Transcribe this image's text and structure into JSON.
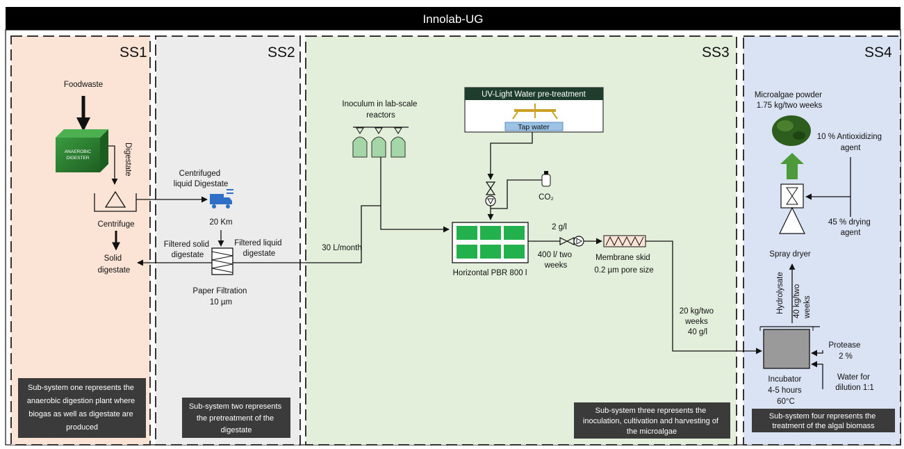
{
  "header": {
    "title": "Innolab-UG"
  },
  "subsystems": {
    "ss1": {
      "title": "SS1",
      "description": [
        "Sub-system one represents the",
        "anaerobic digestion plant where",
        "biogas as well as digestate are",
        "produced"
      ]
    },
    "ss2": {
      "title": "SS2",
      "description": [
        "Sub-system two represents",
        "the pretreatment of the",
        "digestate"
      ]
    },
    "ss3": {
      "title": "SS3",
      "description": [
        "Sub-system three represents the",
        "inoculation, cultivation and harvesting of",
        "the microalgae"
      ]
    },
    "ss4": {
      "title": "SS4",
      "description": [
        "Sub-system four represents the",
        "treatment of the algal biomass"
      ]
    }
  },
  "colors": {
    "ss1": "#fbe3d6",
    "ss2": "#ececec",
    "ss3": "#e3eedb",
    "ss4": "#dae3f3",
    "header": "#000000",
    "digester": "#2e7d32",
    "pbr": "#22b14c",
    "desc_box": "#3b3b3b",
    "truck": "#2f6fc7"
  },
  "labels": {
    "foodwaste": "Foodwaste",
    "digester": [
      "ANAEROBIC",
      "DIGESTER"
    ],
    "digestate": "Digestate",
    "centrifuge": "Centrifuge",
    "solid_digestate": [
      "Solid",
      "digestate"
    ],
    "centrifuged_liquid": [
      "Centrifuged",
      "liquid Digestate"
    ],
    "distance": "20 Km",
    "filtered_solid": [
      "Filtered solid",
      "digestate"
    ],
    "filtered_liquid": [
      "Filtered liquid",
      "digestate"
    ],
    "paper_filtration": [
      "Paper Filtration",
      "10 µm"
    ],
    "flow_30": "30 L/month",
    "inoculum": [
      "Inoculum in lab-scale",
      "reactors"
    ],
    "uv_title": "UV-Light Water pre-treatment",
    "tap_water": "Tap water",
    "co2": "CO₂",
    "pbr": "Horizontal PBR 800 l",
    "conc_2gl": "2 g/l",
    "flow_400": [
      "400 l/ two",
      "weeks"
    ],
    "membrane": [
      "Membrane skid",
      "0.2 µm pore size"
    ],
    "flow_20kg": [
      "20 kg/two",
      "weeks",
      "40 g/l"
    ],
    "microalgae_powder": [
      "Microalgae powder",
      "1.75 kg/two weeks"
    ],
    "antioxidizing": [
      "10 % Antioxidizing",
      "agent"
    ],
    "drying_agent": [
      "45 % drying",
      "agent"
    ],
    "spray_dryer": "Spray dryer",
    "hydrolysate": "Hydrolysate",
    "flow_40kg": [
      "40 kg/two",
      "weeks"
    ],
    "protease": [
      "Protease",
      "2 %"
    ],
    "water_dilution": [
      "Water for",
      "dilution 1:1"
    ],
    "incubator": [
      "Incubator",
      "4-5 hours",
      "60°C"
    ]
  }
}
